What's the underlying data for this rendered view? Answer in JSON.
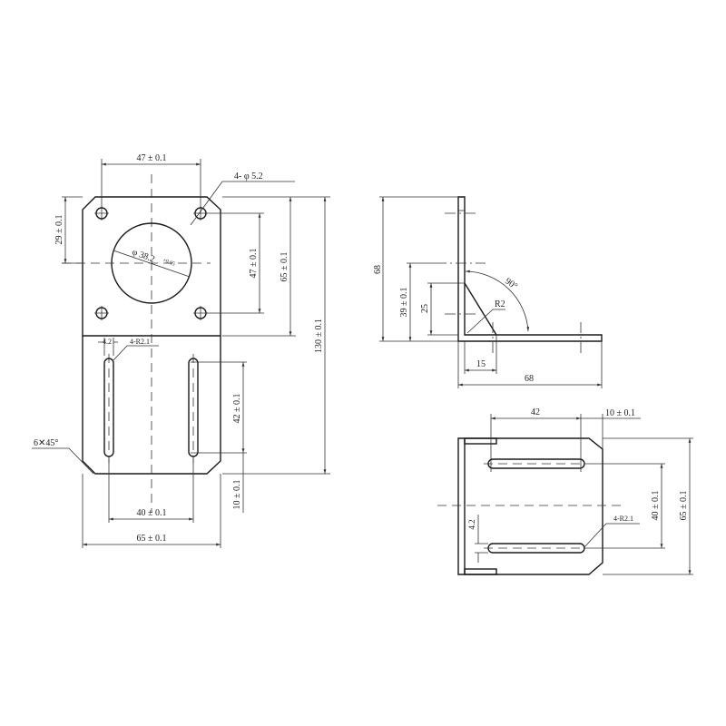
{
  "front_view": {
    "dim_hole_spacing_h": "47 ± 0.1",
    "hole_callout": "4- φ 5.2",
    "dim_center_height": "29 ± 0.1",
    "bore_callout": "φ 38.2",
    "bore_tolerance": "+0.05",
    "dim_hole_spacing_v": "47 ± 0.1",
    "dim_flange_height": "65 ± 0.1",
    "dim_total_height": "130 ± 0.1",
    "slot_width": "4.2",
    "slot_callout": "4-R2.1",
    "dim_slot_length": "42 ± 0.1",
    "dim_slot_bottom": "10 ± 0.1",
    "chamfer_callout": "6✕45°",
    "dim_slot_spacing": "40 ± 0.1",
    "dim_width": "65 ± 0.1"
  },
  "side_view": {
    "dim_height": "68",
    "dim_center": "39 ± 0.1",
    "dim_gusset_height": "25",
    "dim_gusset_width": "15",
    "dim_length": "68",
    "angle": "90°",
    "radius": "R2"
  },
  "bottom_view": {
    "dim_slot_length": "42",
    "dim_slot_end": "10 ± 0.1",
    "dim_slot_spacing": "40 ± 0.1",
    "dim_width": "65 ± 0.1",
    "slot_width": "4.2",
    "slot_callout": "4-R2.1"
  }
}
